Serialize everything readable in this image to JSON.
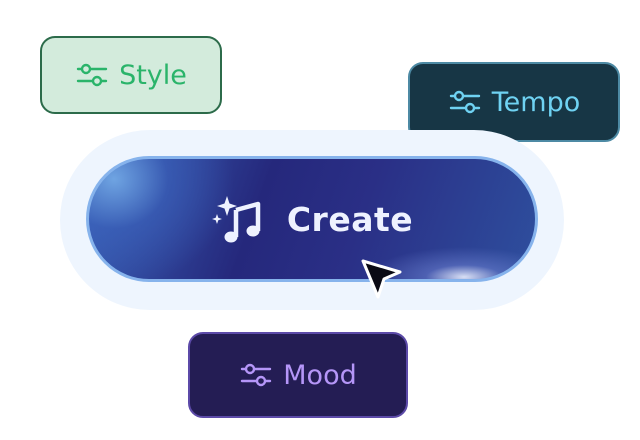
{
  "chips": {
    "style": {
      "label": "Style",
      "icon": "sliders-icon"
    },
    "tempo": {
      "label": "Tempo",
      "icon": "sliders-icon"
    },
    "mood": {
      "label": "Mood",
      "icon": "sliders-icon"
    }
  },
  "create_button": {
    "label": "Create",
    "icon": "music-sparkle-icon"
  },
  "colors": {
    "style_bg": "#d3ebdc",
    "style_text": "#2ab46a",
    "tempo_bg": "#173645",
    "tempo_text": "#6fd2f2",
    "mood_bg": "#241d54",
    "mood_text": "#b596f8",
    "create_bg": "#25287c",
    "create_border": "#86b3ec"
  },
  "cursor": {
    "icon": "arrow-cursor-icon"
  }
}
